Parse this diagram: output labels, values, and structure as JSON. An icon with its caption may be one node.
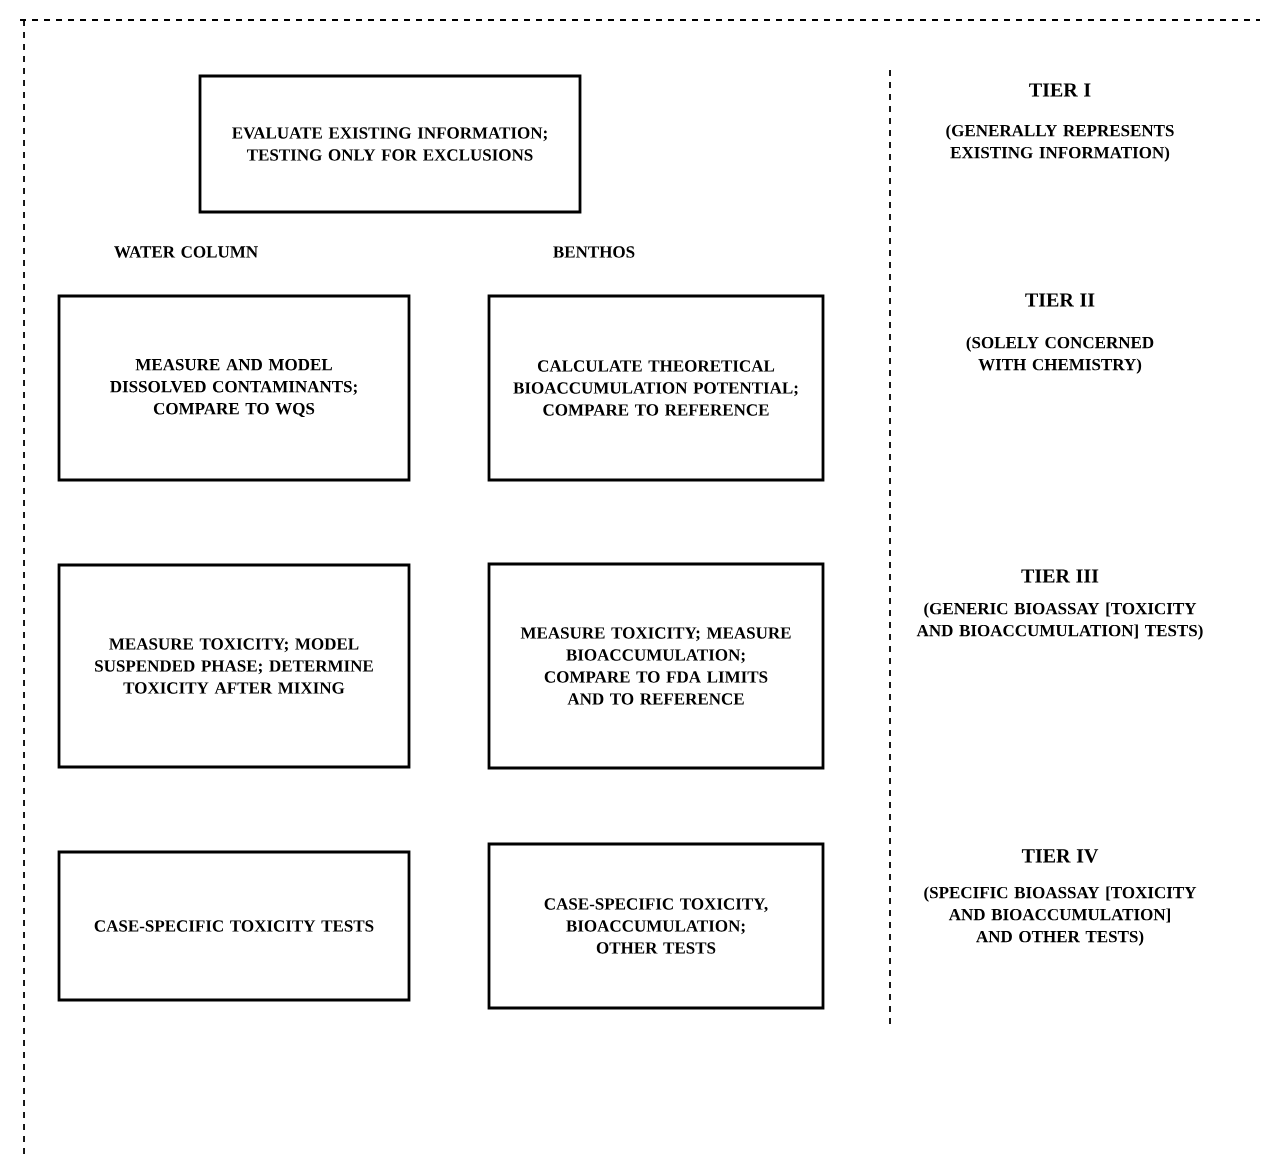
{
  "diagram": {
    "nodes": [
      {
        "text": [
          "EVALUATE EXISTING INFORMATION; TESTING ONLY FOR EXCLUSIONS"
        ]
      },
      {
        "text": [
          "MEASURE AND MODEL DISSOLVED CONTAMINANTS; COMPARE TO WQS"
        ]
      },
      {
        "text": [
          "CALCULATE THEORETICAL BIOACCUMULATION POTENTIAL; COMPARE TO REFERENCE"
        ]
      },
      {
        "text": [
          "MEASURE TOXICITY; MODEL SUSPENDED PHASE; DETERMINE TOXICITY AFTER MIXING"
        ]
      },
      {
        "text": [
          "MEASURE TOXICITY; MEASURE BIOACCUMULATION; COMPARE TO FDA LIMITS AND TO REFERENCE"
        ]
      },
      {
        "text": [
          "CASE-SPECIFIC TOXICITY TESTS"
        ]
      },
      {
        "text": [
          "CASE-SPECIFIC TOXICITY, BIOACCUMULATION; OTHER TESTS"
        ]
      }
    ],
    "labels": [
      "WATER COLUMN",
      "BENTHOS",
      "TIER I",
      "(GENERALLY REPRESENTS EXISTING INFORMATION)",
      "TIER II",
      "(SOLELY CONCERNED WITH CHEMISTRY)",
      "TIER III",
      "(GENERIC BIOASSAY [TOXICITY AND BIOACCUMULATION] TESTS)",
      "TIER IV",
      "(SPECIFIC BIOASSAY [TOXICITY AND BIOACCUMULATION] AND OTHER TESTS)"
    ]
  }
}
